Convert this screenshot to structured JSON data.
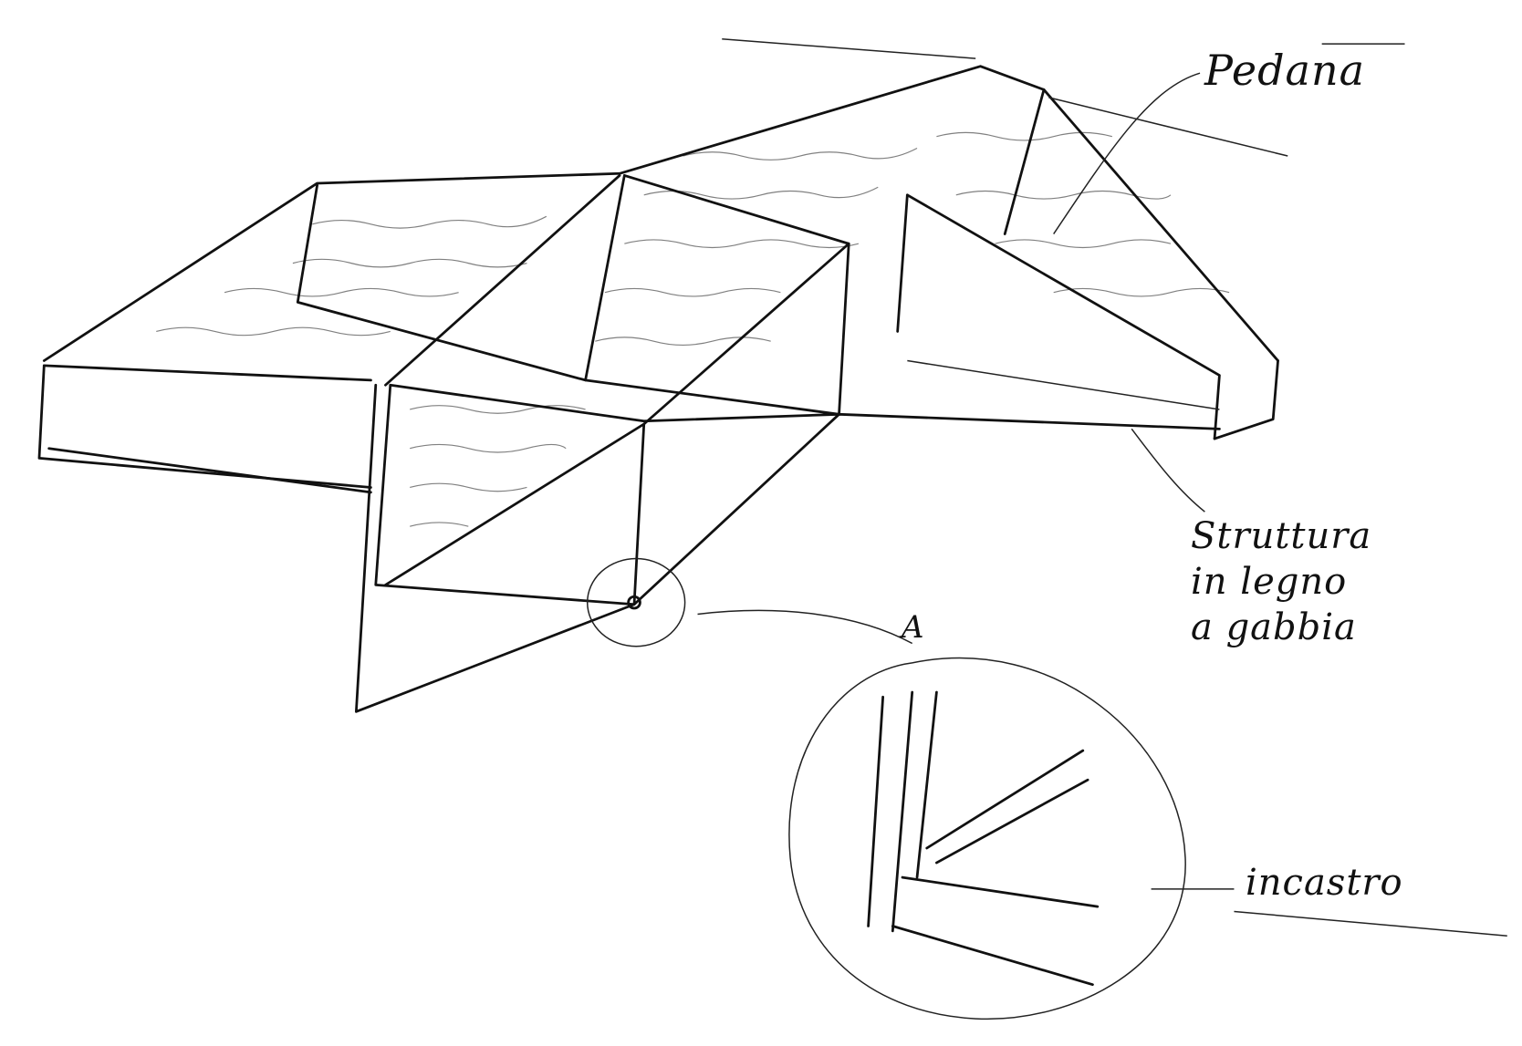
{
  "labels": {
    "platform": "Pedana",
    "structure": [
      "Struttura",
      "in legno",
      "a gabbia"
    ],
    "detail_marker": "A",
    "joint": "incastro"
  },
  "colors": {
    "ink": "#111111",
    "paper": "#ffffff"
  }
}
